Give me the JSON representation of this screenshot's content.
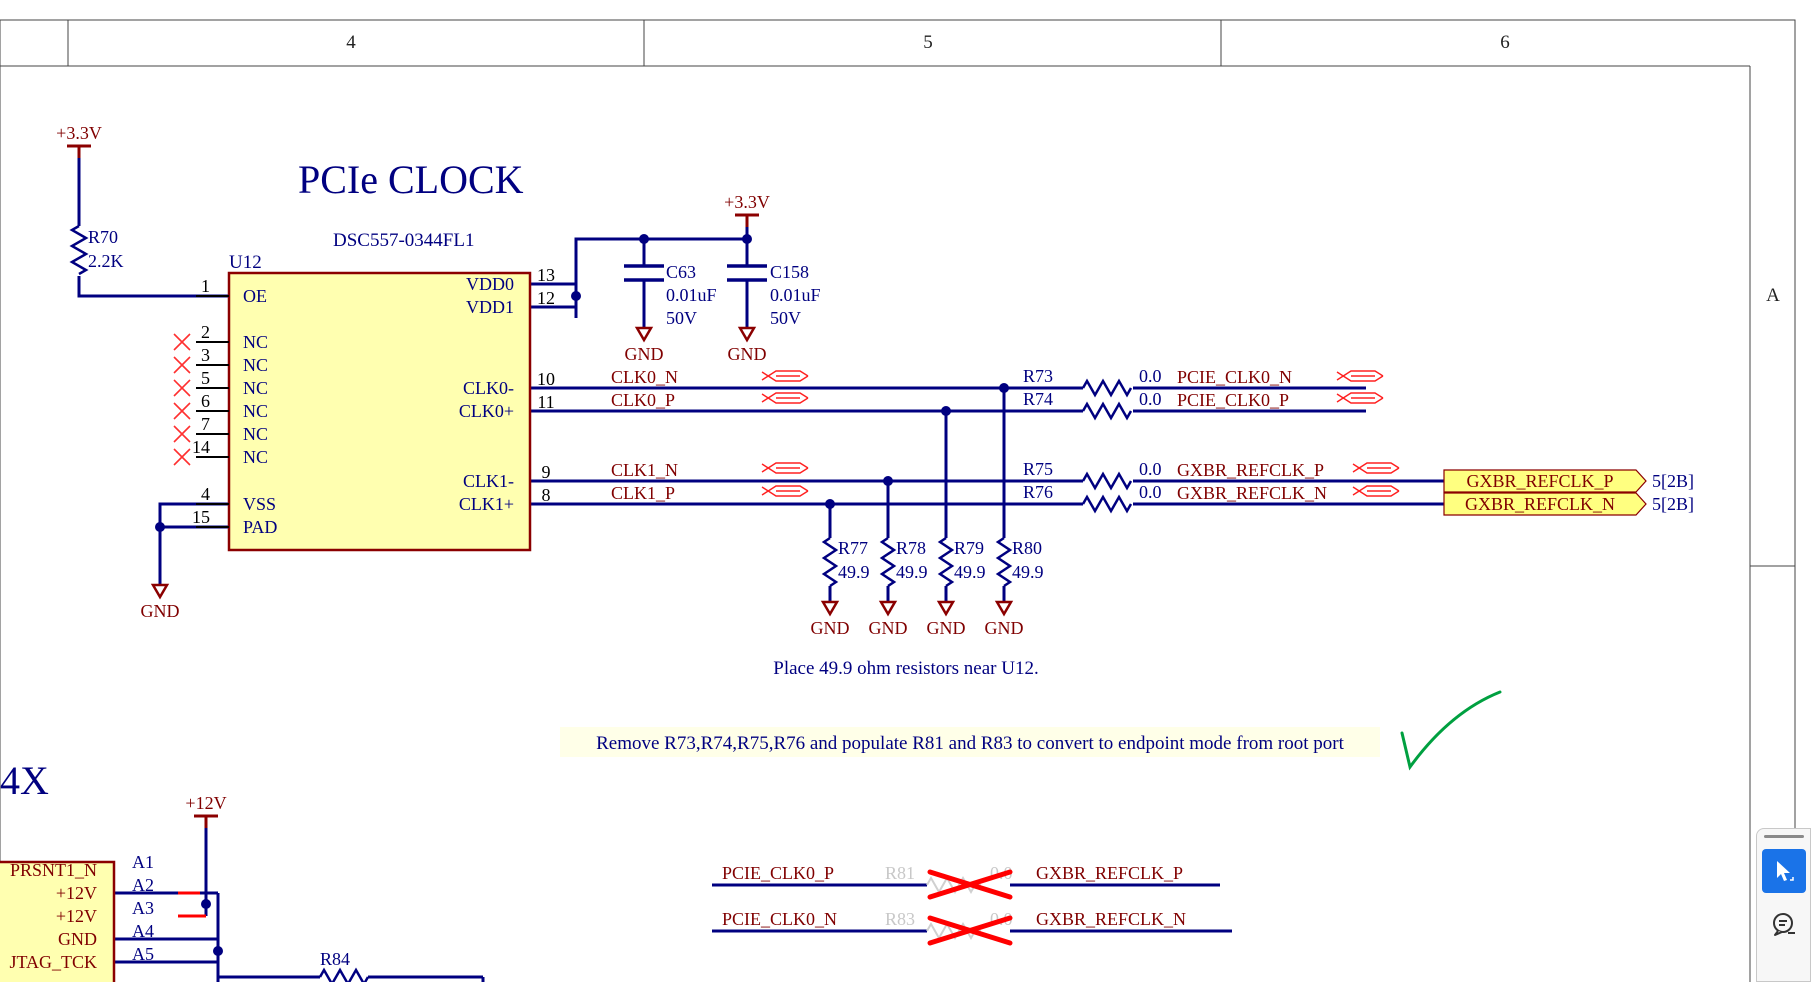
{
  "frame": {
    "zone_columns": [
      "4",
      "5",
      "6"
    ],
    "zone_row": "A"
  },
  "title": "PCIe CLOCK",
  "part_number": "DSC557-0344FL1",
  "u12": {
    "ref": "U12",
    "left_pins": [
      {
        "num": "1",
        "name": "OE"
      },
      {
        "num": "2",
        "name": "NC"
      },
      {
        "num": "3",
        "name": "NC"
      },
      {
        "num": "5",
        "name": "NC"
      },
      {
        "num": "6",
        "name": "NC"
      },
      {
        "num": "7",
        "name": "NC"
      },
      {
        "num": "14",
        "name": "NC"
      },
      {
        "num": "4",
        "name": "VSS"
      },
      {
        "num": "15",
        "name": "PAD"
      }
    ],
    "right_pins": [
      {
        "num": "13",
        "name": "VDD0"
      },
      {
        "num": "12",
        "name": "VDD1"
      },
      {
        "num": "10",
        "name": "CLK0-"
      },
      {
        "num": "11",
        "name": "CLK0+"
      },
      {
        "num": "9",
        "name": "CLK1-"
      },
      {
        "num": "8",
        "name": "CLK1+"
      }
    ]
  },
  "power": {
    "v33": "+3.3V",
    "v12": "+12V",
    "gnd": "GND"
  },
  "r70": {
    "ref": "R70",
    "value": "2.2K"
  },
  "capacitors": [
    {
      "ref": "C63",
      "value": "0.01uF",
      "voltage": "50V"
    },
    {
      "ref": "C158",
      "value": "0.01uF",
      "voltage": "50V"
    }
  ],
  "nets": {
    "clk0_n": "CLK0_N",
    "clk0_p": "CLK0_P",
    "clk1_n": "CLK1_N",
    "clk1_p": "CLK1_P",
    "pcie_clk0_n": "PCIE_CLK0_N",
    "pcie_clk0_p": "PCIE_CLK0_P",
    "gxbr_refclk_p": "GXBR_REFCLK_P",
    "gxbr_refclk_n": "GXBR_REFCLK_N"
  },
  "series_resistors": [
    {
      "ref": "R73",
      "value": "0.0"
    },
    {
      "ref": "R74",
      "value": "0.0"
    },
    {
      "ref": "R75",
      "value": "0.0"
    },
    {
      "ref": "R76",
      "value": "0.0"
    }
  ],
  "terminations": [
    {
      "ref": "R77",
      "value": "49.9"
    },
    {
      "ref": "R78",
      "value": "49.9"
    },
    {
      "ref": "R79",
      "value": "49.9"
    },
    {
      "ref": "R80",
      "value": "49.9"
    }
  ],
  "offsheet_ports": [
    {
      "label": "GXBR_REFCLK_P",
      "ref": "5[2B]"
    },
    {
      "label": "GXBR_REFCLK_N",
      "ref": "5[2B]"
    }
  ],
  "notes": {
    "resistor_note": "Place 49.9 ohm resistors near U12.",
    "mode_note": "Remove R73,R74,R75,R76 and populate R81 and R83 to convert to endpoint mode from root port"
  },
  "lower_section": {
    "partial_title": "4X",
    "connector_pins": [
      {
        "num": "A1",
        "name": "PRSNT1_N"
      },
      {
        "num": "A2",
        "name": "+12V"
      },
      {
        "num": "A3",
        "name": "+12V"
      },
      {
        "num": "A4",
        "name": "GND"
      },
      {
        "num": "A5",
        "name": "JTAG_TCK"
      }
    ],
    "r84": "R84"
  },
  "alternate_resistors": [
    {
      "left_net": "PCIE_CLK0_P",
      "ref": "R81",
      "value": "0.0",
      "right_net": "GXBR_REFCLK_P"
    },
    {
      "left_net": "PCIE_CLK0_N",
      "ref": "R83",
      "value": "0.0",
      "right_net": "GXBR_REFCLK_N"
    }
  ],
  "toolbar": {
    "items": [
      {
        "name": "select-tool-button",
        "icon": "cursor-arrow-icon",
        "active": true
      },
      {
        "name": "comment-tool-button",
        "icon": "comment-icon",
        "active": false
      }
    ],
    "active_color": "#1a73e8"
  },
  "colors": {
    "wire": "#000080",
    "text_dark_red": "#800000",
    "text_blue": "#000080",
    "component_fill": "#ffffb0",
    "component_border": "#8b0000",
    "port_fill": "#ffff80",
    "note_fill": "#ffffe8",
    "strike": "#ff0000",
    "checkmark": "#00a040"
  }
}
